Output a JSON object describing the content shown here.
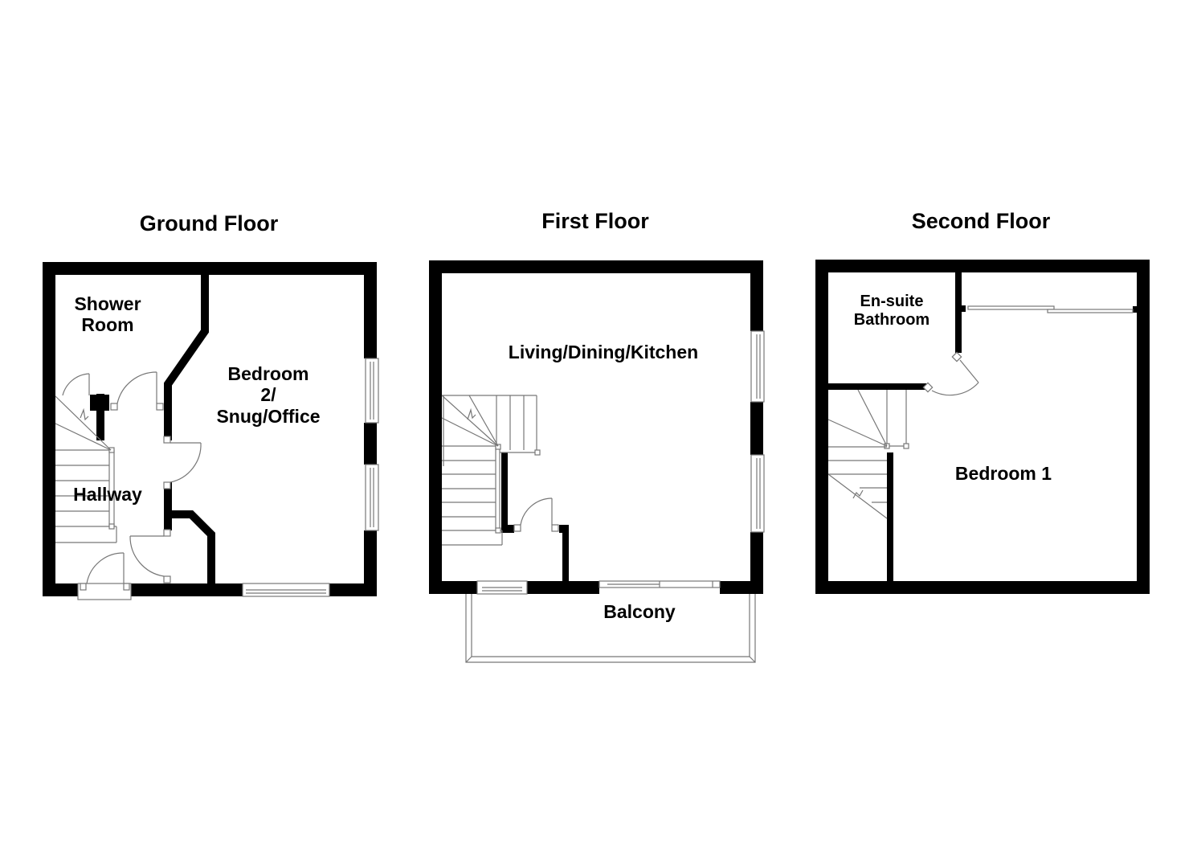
{
  "floors": [
    {
      "title": "Ground Floor",
      "rooms": [
        {
          "name": "Shower",
          "name2": "Room"
        },
        {
          "name": "Bedroom",
          "name2": "2/",
          "name3": "Snug/Office"
        },
        {
          "name": "Hallway"
        }
      ]
    },
    {
      "title": "First Floor",
      "rooms": [
        {
          "name": "Living/Dining/Kitchen"
        },
        {
          "name": "Balcony"
        }
      ]
    },
    {
      "title": "Second Floor",
      "rooms": [
        {
          "name": "En-suite",
          "name2": "Bathroom"
        },
        {
          "name": "Bedroom 1"
        }
      ]
    }
  ],
  "colors": {
    "wall": "#000000",
    "fixture_line": "#777777",
    "background": "#ffffff"
  }
}
